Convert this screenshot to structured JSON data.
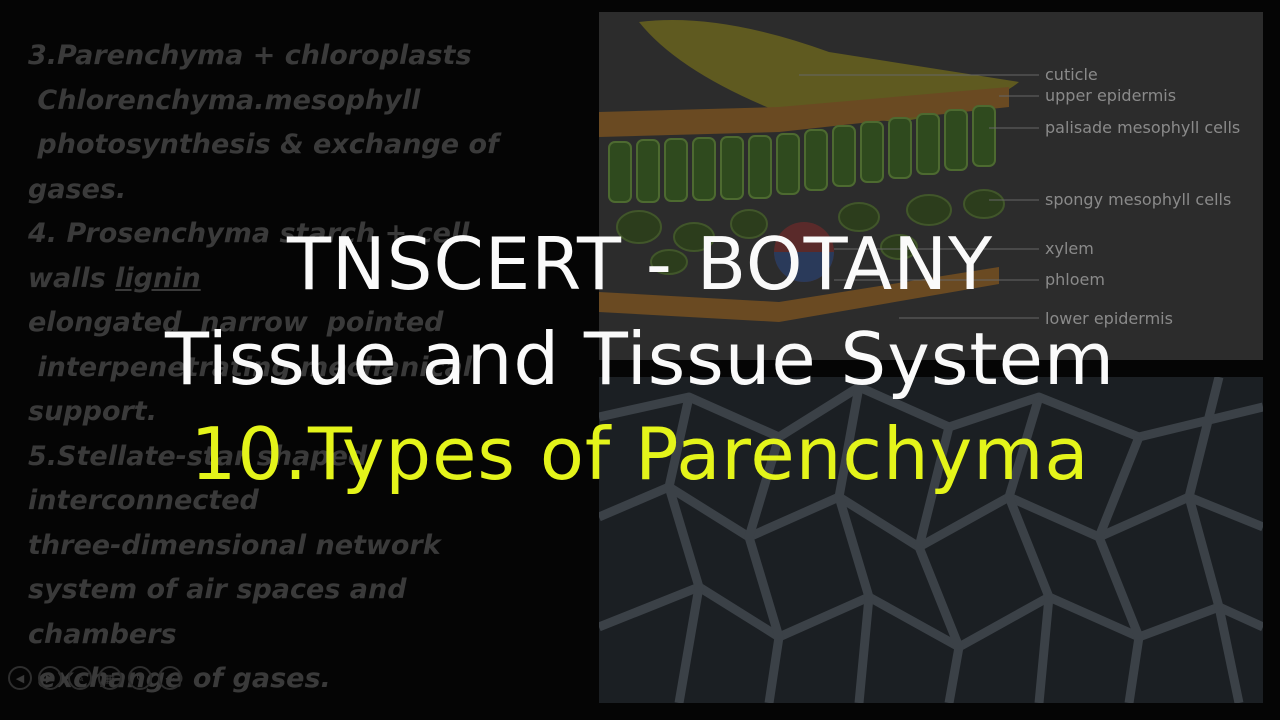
{
  "slide": {
    "notes": [
      {
        "text": "3.Parenchyma + chloroplasts"
      },
      {
        "text": " Chlorenchyma.mesophyll"
      },
      {
        "text": " photosynthesis & exchange of"
      },
      {
        "text": "gases."
      },
      {
        "text": "4. Prosenchyma starch + cell"
      },
      {
        "text": "walls ",
        "underlined": "lignin"
      },
      {
        "text": "elongated  narrow  pointed"
      },
      {
        "text": " interpenetrating mechanical"
      },
      {
        "text": "support."
      },
      {
        "text": "5.Stellate-star shaped"
      },
      {
        "text": "interconnected"
      },
      {
        "text": "three-dimensional network"
      },
      {
        "text": "system of air spaces and"
      },
      {
        "text": "chambers"
      },
      {
        "text": " exchange of gases."
      }
    ],
    "diagram_labels": {
      "cuticle": "cuticle",
      "upper_epidermis": "upper epidermis",
      "palisade": "palisade mesophyll cells",
      "spongy": "spongy mesophyll cells",
      "xylem": "xylem",
      "phloem": "phloem",
      "lower_epidermis": "lower epidermis"
    }
  },
  "overlay": {
    "line1": "TNSCERT - BOTANY",
    "line2": "Tissue and Tissue System",
    "line3": "10.Types of Parenchyma"
  },
  "colors": {
    "title_white": "#fafafa",
    "title_yellow": "#e4f41a",
    "dim_text": "#3a3a3a"
  },
  "icons": [
    "prev-slide-icon",
    "next-slide-icon",
    "pen-icon",
    "slides-grid-icon",
    "zoom-icon",
    "more-icon"
  ]
}
